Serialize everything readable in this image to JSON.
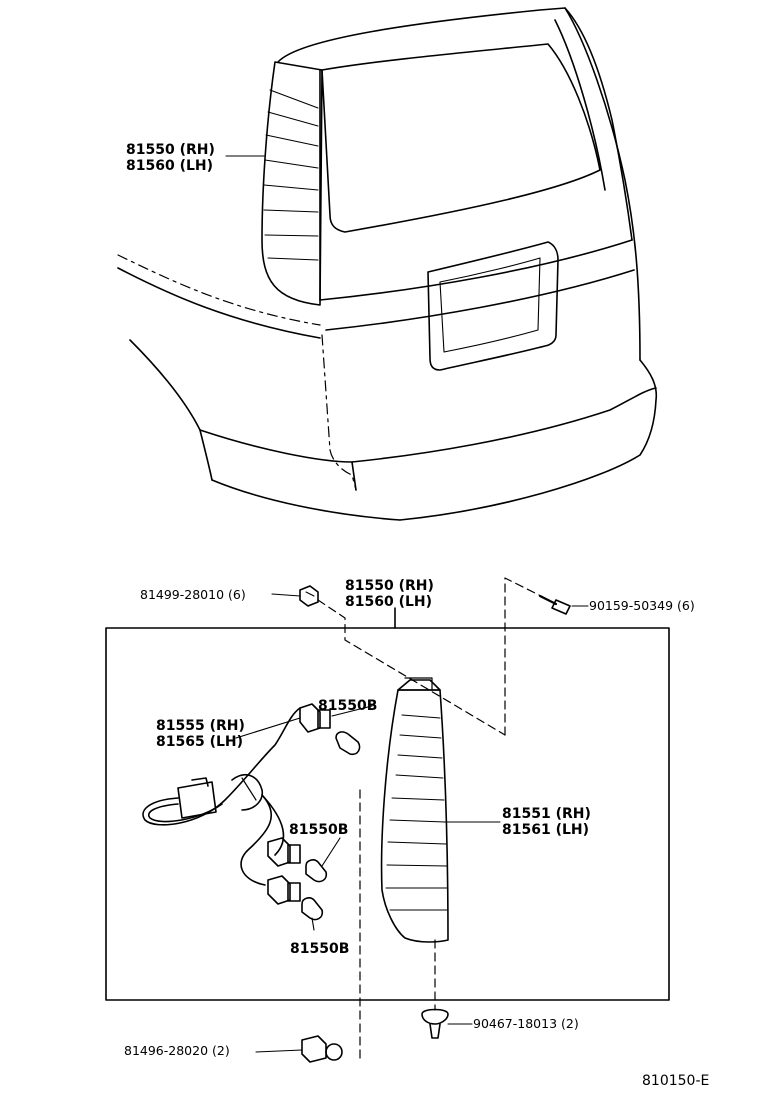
{
  "diagram": {
    "figure_id": "810150-E",
    "callouts": {
      "tail_lamp_top": {
        "rh": "81550 (RH)",
        "lh": "81560 (LH)"
      },
      "tail_lamp_assy": {
        "rh": "81550 (RH)",
        "lh": "81560 (LH)"
      },
      "lens_body": {
        "rh": "81551 (RH)",
        "lh": "81561 (LH)"
      },
      "socket_cord": {
        "rh": "81555 (RH)",
        "lh": "81565 (LH)"
      },
      "bulb_1": "81550B",
      "bulb_2": "81550B",
      "bulb_3": "81550B",
      "nut_upper": "81499-28010 (6)",
      "screw_upper": "90159-50349 (6)",
      "clip_lower": "90467-18013 (2)",
      "nut_lower": "81496-28020 (2)"
    }
  }
}
